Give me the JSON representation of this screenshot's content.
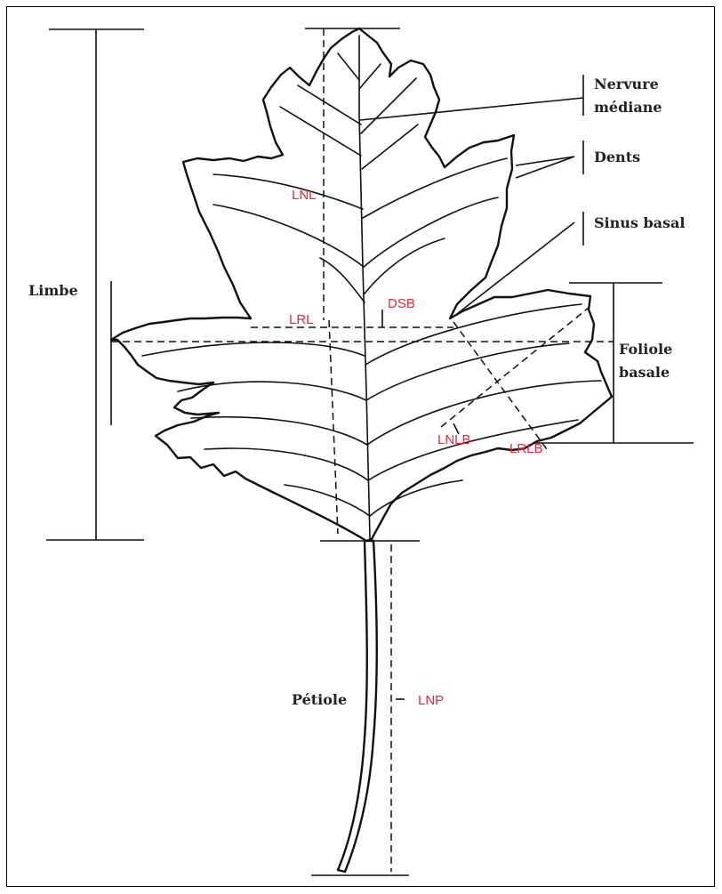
{
  "diagram": {
    "labels": {
      "nervure_line1": "Nervure",
      "nervure_line2": "médiane",
      "dents": "Dents",
      "sinus_basal": "Sinus basal",
      "limbe": "Limbe",
      "foliole_line1": "Foliole",
      "foliole_line2": "basale",
      "petiole": "Pétiole"
    },
    "codes": {
      "lnl": "LNL",
      "lrl": "LRL",
      "dsb": "DSB",
      "lnlb": "LNLB",
      "lrlb": "LRLB",
      "lnp": "LNP"
    },
    "colors": {
      "code": "#e8293b",
      "line": "#111111",
      "label": "#222222"
    }
  }
}
